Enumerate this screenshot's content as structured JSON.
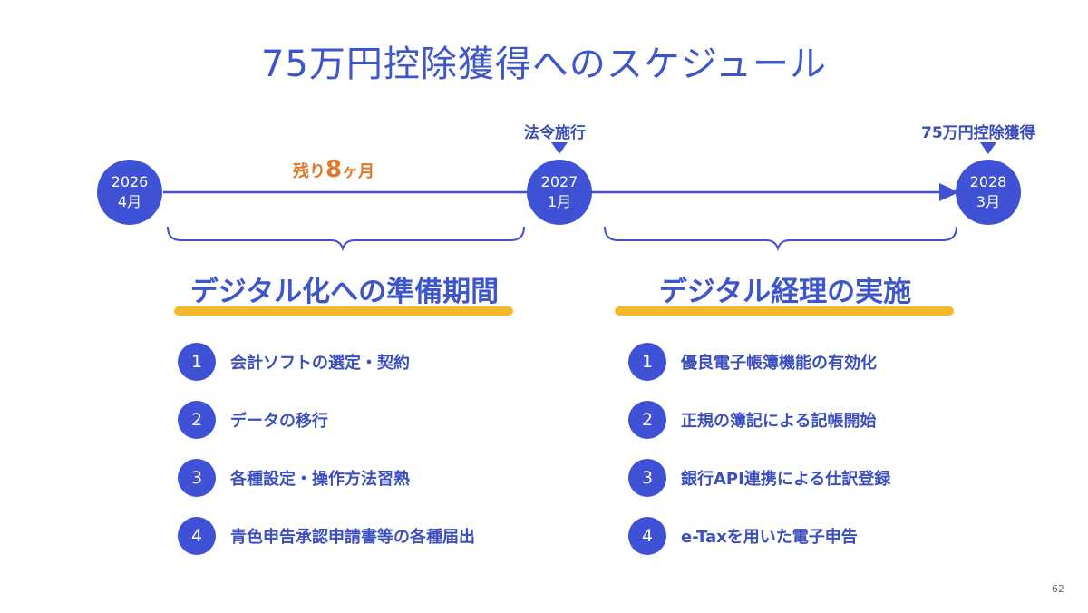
{
  "title": "75万円控除獲得へのスケジュール",
  "timeline": {
    "nodes": [
      {
        "year": "2026",
        "month": "4月"
      },
      {
        "year": "2027",
        "month": "1月"
      },
      {
        "year": "2028",
        "month": "3月"
      }
    ],
    "markers": [
      {
        "label": "法令施行"
      },
      {
        "label": "75万円控除獲得"
      }
    ],
    "remaining": {
      "prefix": "残り",
      "number": "8",
      "suffix": "ヶ月"
    }
  },
  "phases": [
    {
      "title": "デジタル化への準備期間",
      "items": [
        {
          "num": "1",
          "text": "会計ソフトの選定・契約"
        },
        {
          "num": "2",
          "text": "データの移行"
        },
        {
          "num": "3",
          "text": "各種設定・操作方法習熟"
        },
        {
          "num": "4",
          "text": "青色申告承認申請書等の各種届出"
        }
      ]
    },
    {
      "title": "デジタル経理の実施",
      "items": [
        {
          "num": "1",
          "text": "優良電子帳簿機能の有効化"
        },
        {
          "num": "2",
          "text": "正規の簿記による記帳開始"
        },
        {
          "num": "3",
          "text": "銀行API連携による仕訳登録"
        },
        {
          "num": "4",
          "text": "e-Taxを用いた電子申告"
        }
      ]
    }
  ],
  "colors": {
    "primary": "#3f51d4",
    "title": "#3d56cc",
    "accent": "#e0782b",
    "underline": "#f4b82b"
  },
  "page_number": "62"
}
